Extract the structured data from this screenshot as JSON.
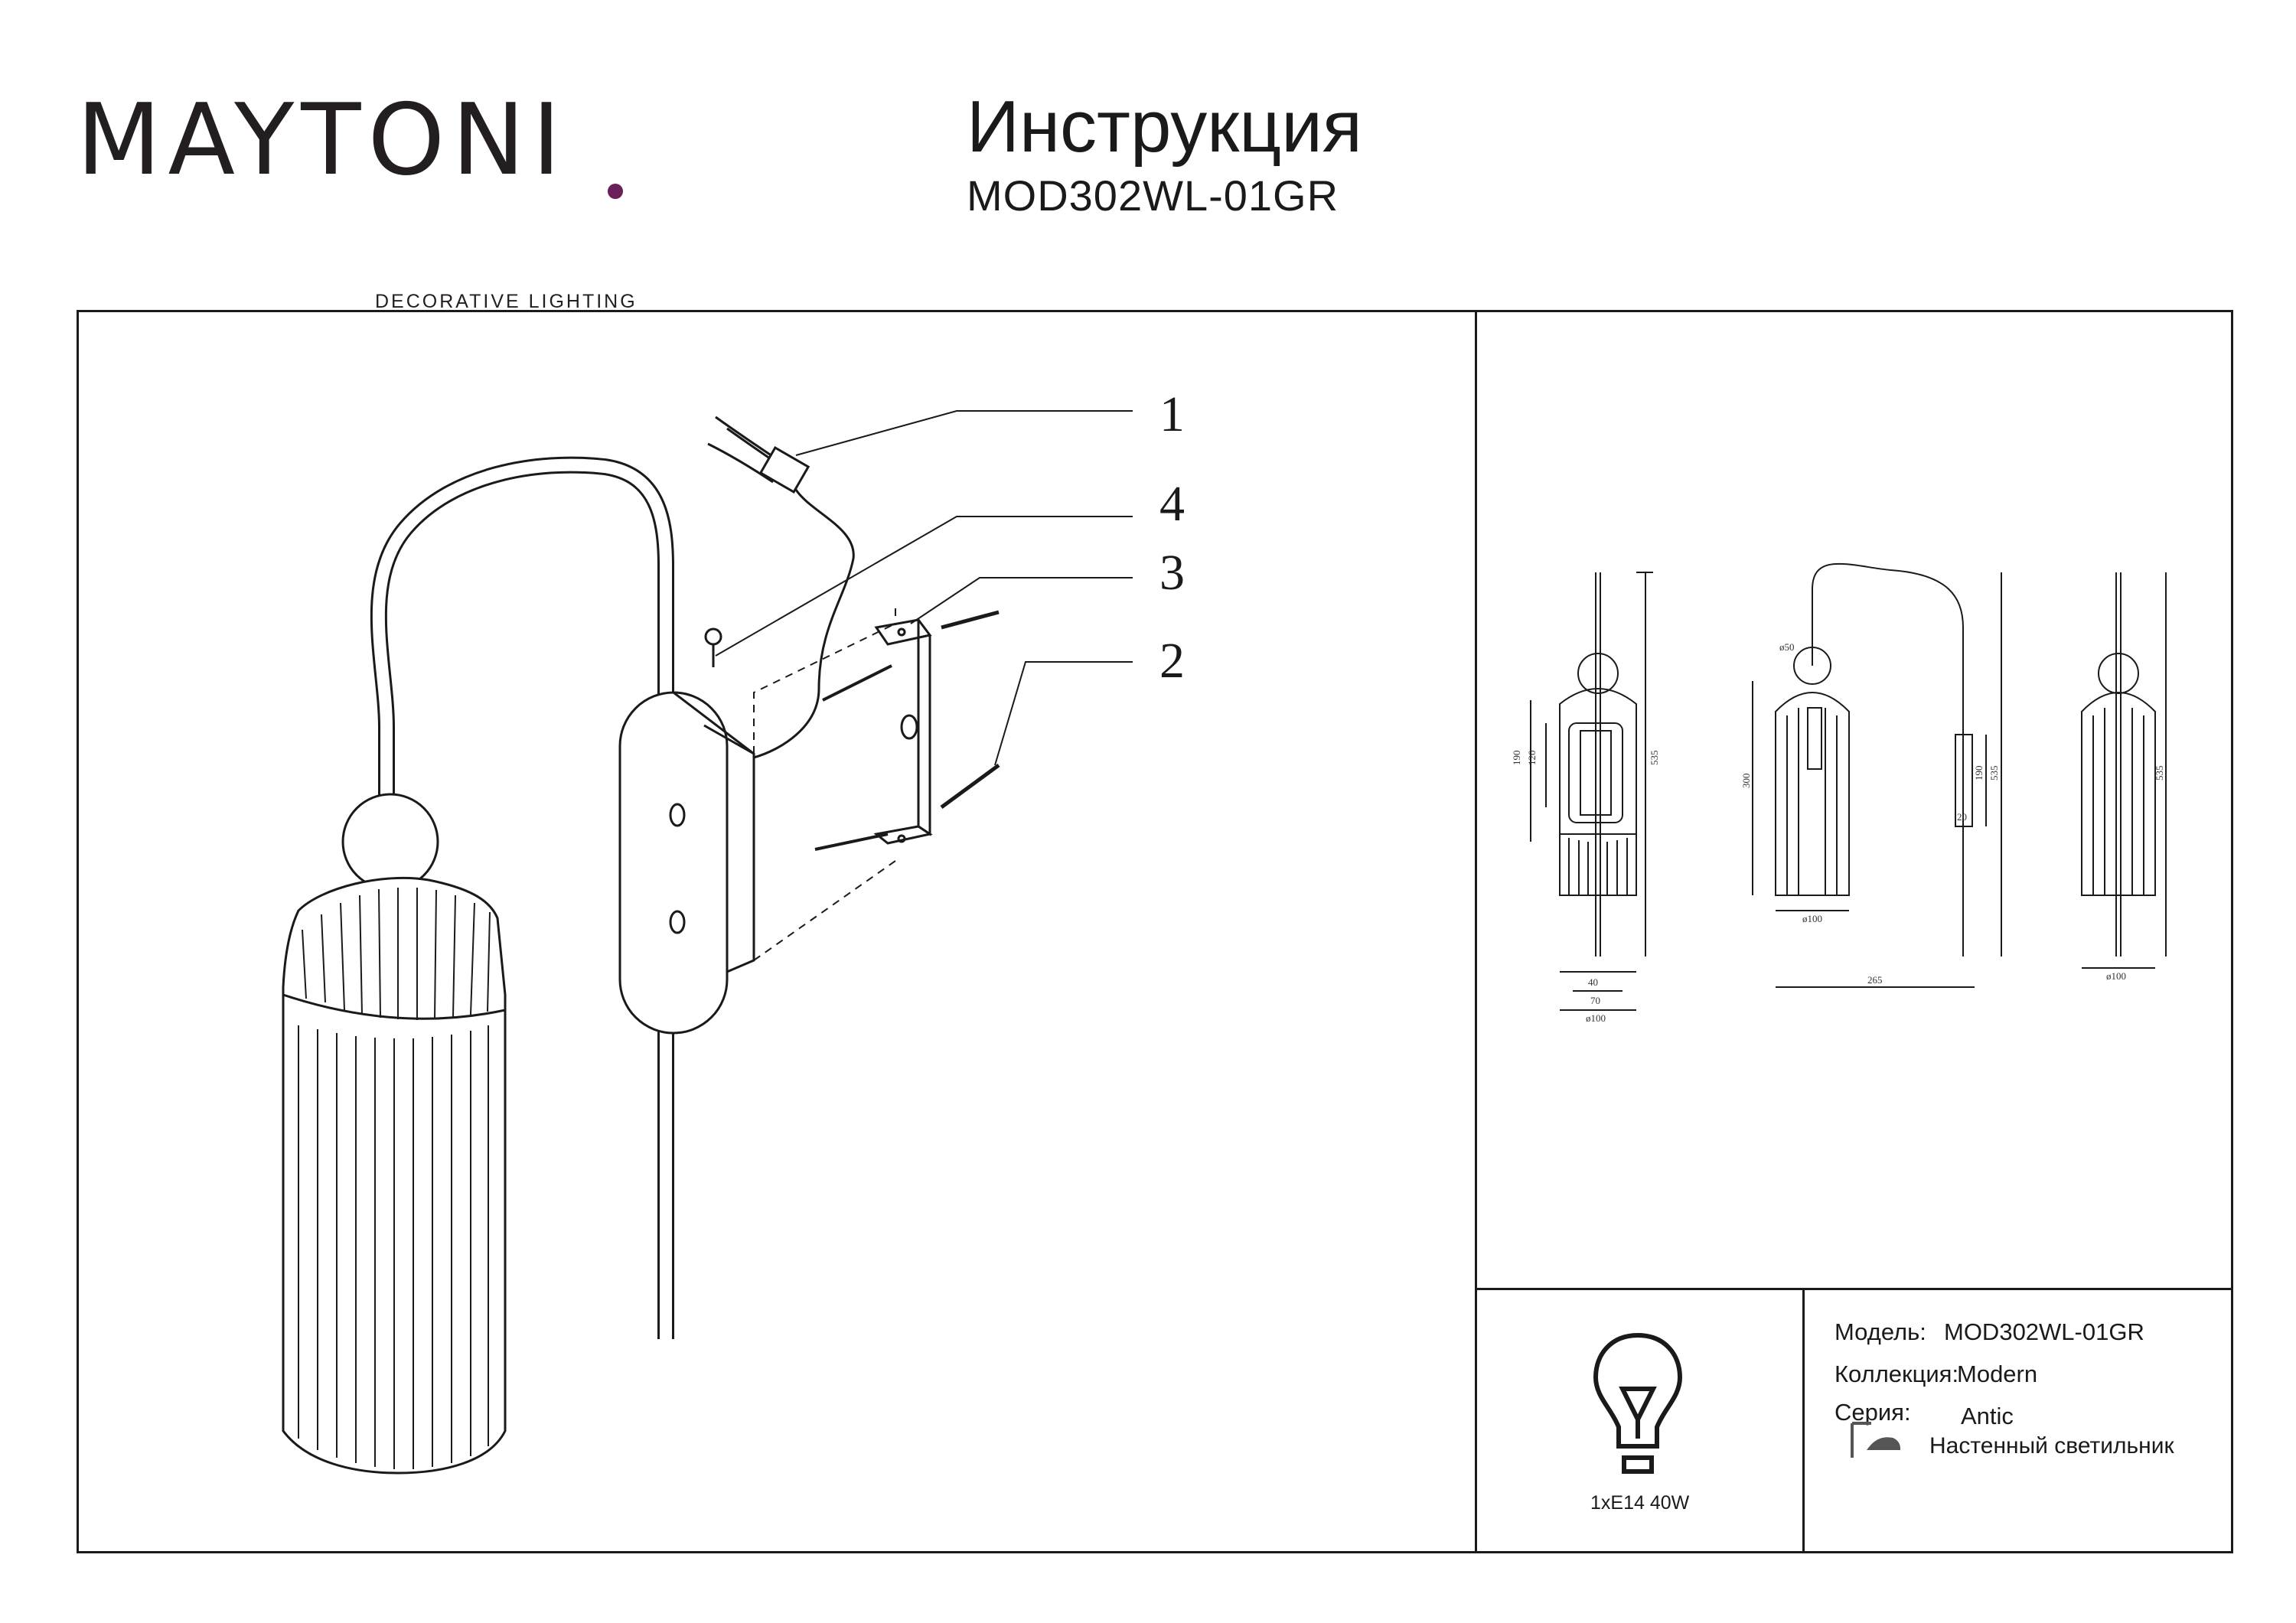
{
  "brand": {
    "name": "MAYTONI",
    "tagline": "DECORATIVE LIGHTING",
    "accent_color": "#6b1f58"
  },
  "header": {
    "title": "Инструкция",
    "model": "MOD302WL-01GR"
  },
  "assembly": {
    "callouts": [
      "1",
      "4",
      "3",
      "2"
    ]
  },
  "dimensions": {
    "front": [
      "190",
      "120",
      "535",
      "40",
      "70",
      "ø100"
    ],
    "side": [
      "ø50",
      "300",
      "190",
      "535",
      "20",
      "ø100",
      "265"
    ],
    "back": [
      "535",
      "ø100"
    ]
  },
  "lamp": {
    "icon": "light-bulb-icon",
    "rating": "1xE14 40W"
  },
  "specs": {
    "model_label": "Модель:",
    "model_value": "MOD302WL-01GR",
    "collection_label": "Коллекция:",
    "collection_value": "Modern",
    "series_label": "Серия:",
    "series_value": "Antic",
    "type_icon": "wall-lamp-icon",
    "type_value": "Настенный светильник"
  }
}
